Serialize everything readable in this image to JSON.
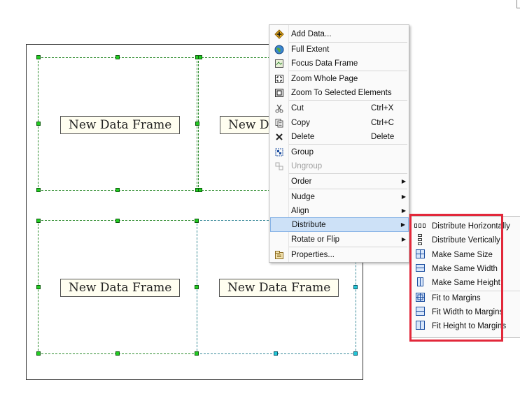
{
  "frames": [
    {
      "label": "New Data Frame"
    },
    {
      "label": "New Data Frame"
    },
    {
      "label": "New Data Frame"
    },
    {
      "label": "New Data Frame"
    }
  ],
  "menu": {
    "add_data": "Add Data...",
    "full_extent": "Full Extent",
    "focus_data_frame": "Focus Data Frame",
    "zoom_whole_page": "Zoom Whole Page",
    "zoom_to_selected": "Zoom To Selected Elements",
    "cut": "Cut",
    "cut_shortcut": "Ctrl+X",
    "copy": "Copy",
    "copy_shortcut": "Ctrl+C",
    "delete": "Delete",
    "delete_shortcut": "Delete",
    "group": "Group",
    "ungroup": "Ungroup",
    "order": "Order",
    "nudge": "Nudge",
    "align": "Align",
    "distribute": "Distribute",
    "rotate_or_flip": "Rotate or Flip",
    "properties": "Properties..."
  },
  "submenu": {
    "distribute_horizontally": "Distribute Horizontally",
    "distribute_vertically": "Distribute Vertically",
    "make_same_size": "Make Same Size",
    "make_same_width": "Make Same Width",
    "make_same_height": "Make Same Height",
    "fit_to_margins": "Fit to Margins",
    "fit_width_to_margins": "Fit Width to Margins",
    "fit_height_to_margins": "Fit Height to Margins"
  },
  "colors": {
    "highlight": "#cde1f7",
    "red_box": "#e2283a",
    "selection_handle": "#22cc22"
  }
}
